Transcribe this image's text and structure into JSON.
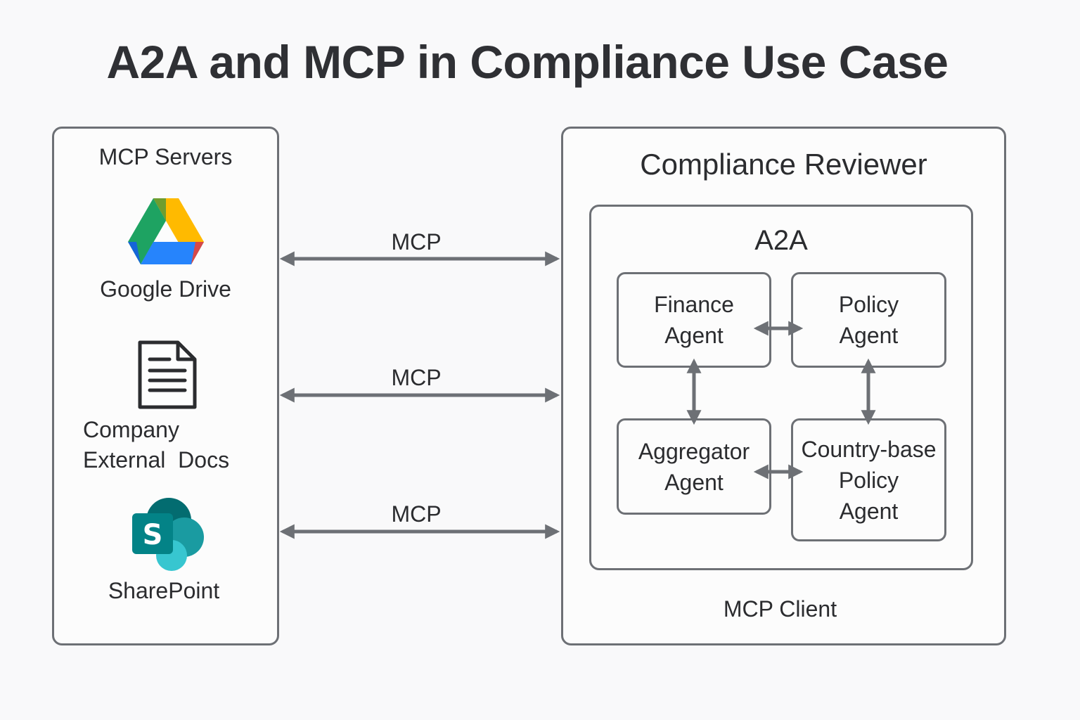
{
  "title": "A2A and MCP in Compliance Use Case",
  "servers": {
    "label": "MCP Servers",
    "items": [
      {
        "label": "Google Drive",
        "icon": "google-drive-icon"
      },
      {
        "label": "Company\nExternal  Docs",
        "icon": "document-icon"
      },
      {
        "label": "SharePoint",
        "icon": "sharepoint-icon"
      }
    ]
  },
  "connections": [
    {
      "label": "MCP"
    },
    {
      "label": "MCP"
    },
    {
      "label": "MCP"
    }
  ],
  "reviewer": {
    "label": "Compliance Reviewer",
    "a2a_label": "A2A",
    "agents": [
      {
        "label": "Finance\nAgent"
      },
      {
        "label": "Policy\nAgent"
      },
      {
        "label": "Aggregator\nAgent"
      },
      {
        "label": "Country-base\nPolicy\nAgent"
      }
    ],
    "client_label": "MCP Client"
  },
  "colors": {
    "border": "#6d7075",
    "arrow": "#6d7075",
    "text": "#2b2c2f",
    "drive_green": "#1ea362",
    "drive_yellow": "#ffba00",
    "drive_blue": "#2684fc",
    "sharepoint_teal": "#038387"
  }
}
